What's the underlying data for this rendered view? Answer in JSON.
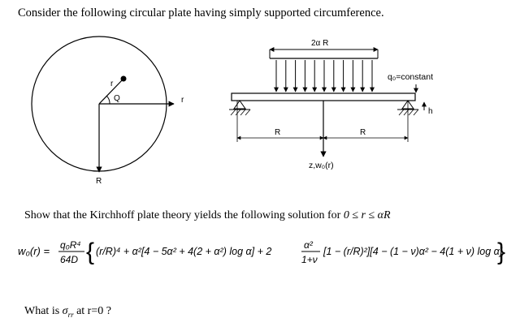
{
  "intro": "Consider the following circular plate having simply supported circumference.",
  "figure_left": {
    "radius_label_diag": "r",
    "angle_label": "Q",
    "axis_label_r": "r",
    "axis_label_R": "R"
  },
  "figure_right": {
    "load_width_label": "2α R",
    "load_label": "q₀=constant",
    "thickness_label": "h",
    "radius_label_left": "R",
    "radius_label_right": "R",
    "deflection_label": "z,w₀(r)"
  },
  "show_text": "Show that the Kirchhoff plate theory yields the following solution for",
  "range_condition": "0 ≤ r ≤ αR",
  "equation": {
    "lhs": "w₀(r) =",
    "coef_num": "q₀R⁴",
    "coef_den": "64D",
    "term1": "(r/R)⁴ + α²[4 − 5α² + 4(2 + α²) log α] + 2",
    "frac2_num": "α²",
    "frac2_den": "1+ν",
    "term2": "[1 − (r/R)²][4 − (1 − ν)α² − 4(1 + ν) log α]"
  },
  "question": "What is σ_rr at r=0 ?",
  "question_prefix": "What is",
  "question_symbol": "σ",
  "question_subscript": "rr",
  "question_suffix": "at r=0 ?"
}
